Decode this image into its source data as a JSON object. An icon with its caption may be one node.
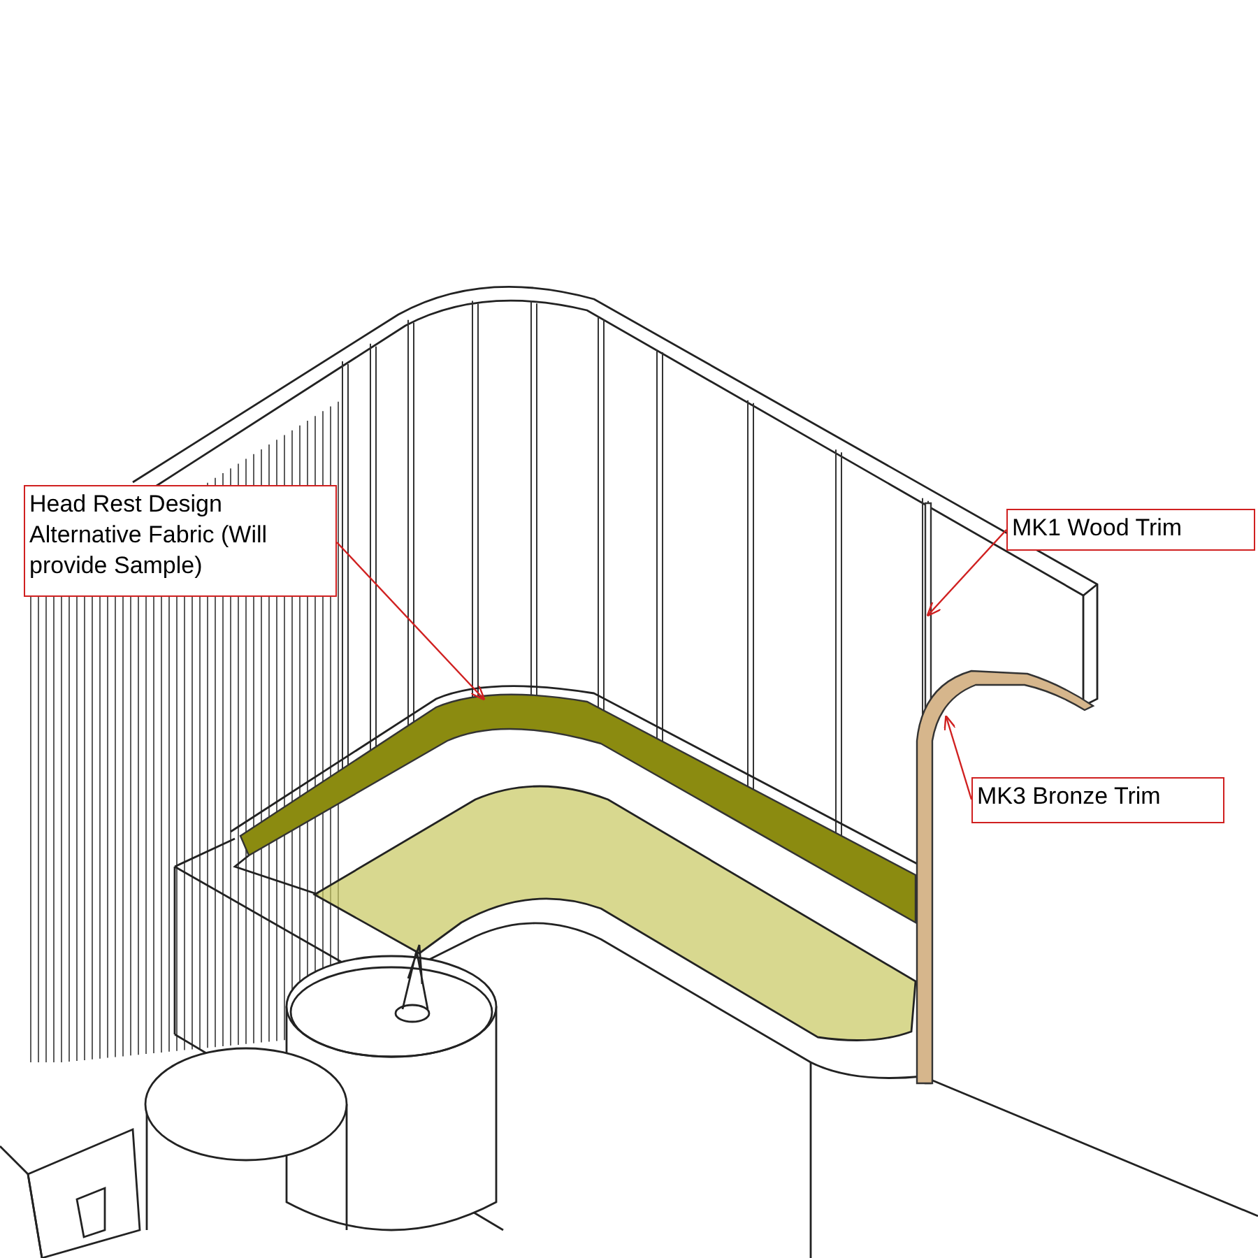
{
  "diagram": {
    "nodes": [
      {
        "text": [
          "Head Rest Design Alternative Fabric (Will provide Sample)"
        ]
      },
      {
        "text": [],
        "shape": "bar"
      },
      {
        "text": [
          "MK1 Wood Trim"
        ]
      },
      {
        "text": [],
        "shape": "bar"
      },
      {
        "text": [
          "MK3 Bronze Trim"
        ]
      },
      {
        "text": [],
        "shape": "bar"
      }
    ],
    "edges": [
      {
        "from": 0,
        "to": 1,
        "arrow": "to"
      },
      {
        "from": 2,
        "to": 3,
        "arrow": "to"
      },
      {
        "from": 4,
        "to": 5,
        "arrow": "to"
      }
    ]
  }
}
